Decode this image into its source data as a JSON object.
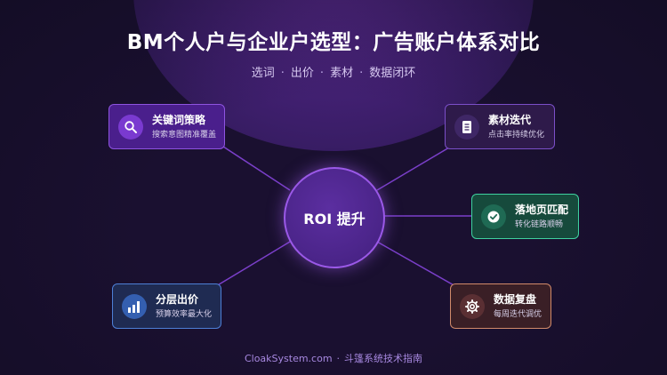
{
  "title": "BM个人户与企业户选型：广告账户体系对比",
  "subtitle": [
    "选词",
    "出价",
    "素材",
    "数据闭环"
  ],
  "subtitle_separator": "·",
  "hub": {
    "label": "ROI 提升"
  },
  "cards": [
    {
      "title": "关键词策略",
      "desc": "搜索意图精准覆盖",
      "icon": "search-icon"
    },
    {
      "title": "素材迭代",
      "desc": "点击率持续优化",
      "icon": "document-icon"
    },
    {
      "title": "落地页匹配",
      "desc": "转化链路顺畅",
      "icon": "check-circle-icon"
    },
    {
      "title": "分层出价",
      "desc": "预算效率最大化",
      "icon": "bar-chart-icon"
    },
    {
      "title": "数据复盘",
      "desc": "每周迭代调优",
      "icon": "gear-icon"
    }
  ],
  "footer": {
    "site": "CloakSystem.com",
    "separator": "·",
    "text": "斗篷系统技术指南"
  },
  "colors": {
    "background": "#1a1030",
    "hub_border": "#9b59e8",
    "card_purple": "#8e54e0",
    "card_green": "#3fd1a0",
    "card_blue": "#4d7fd6",
    "card_orange": "#d18a6a"
  }
}
